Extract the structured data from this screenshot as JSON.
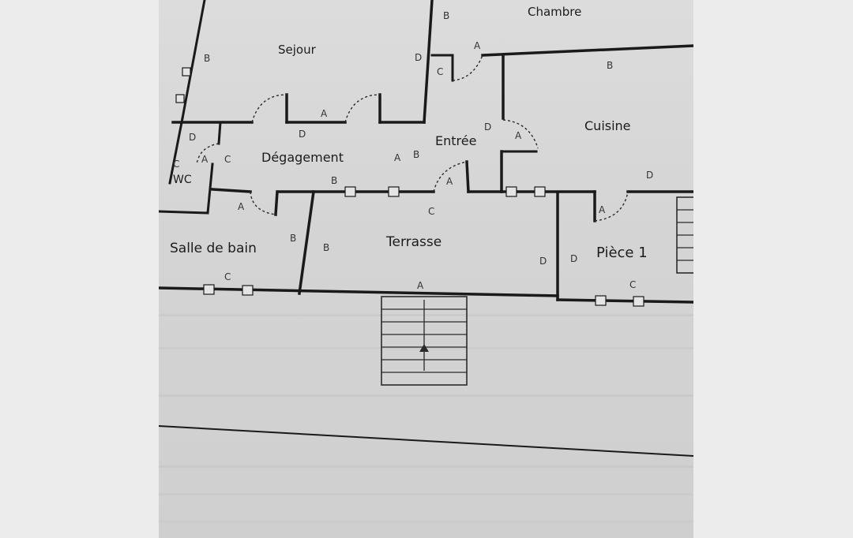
{
  "rooms": {
    "sejour": "Sejour",
    "chambre": "Chambre",
    "cuisine": "Cuisine",
    "entree": "Entrée",
    "degagement": "Dégagement",
    "wc": "WC",
    "salle_de_bain": "Salle de bain",
    "terrasse": "Terrasse",
    "piece1": "Pièce 1"
  },
  "wall_codes": {
    "chambre_left": "B",
    "sejour_left": "B",
    "sejour_right_d": "D",
    "chambre_c": "C",
    "chambre_door_a": "A",
    "chambre_b": "B",
    "sejour_bottom_d": "D",
    "sejour_bottom_a": "A",
    "entree_d": "D",
    "entree_a": "A",
    "wc_d": "D",
    "wc_a": "A",
    "wc_c": "C",
    "wc_c2": "C",
    "deg_a": "A",
    "deg_b": "B",
    "deg_b2": "B",
    "entree_door_a": "A",
    "cuisine_d": "D",
    "deg_bottom_a": "A",
    "terrasse_c": "C",
    "sdb_b": "B",
    "terrasse_b": "B",
    "terrasse_d": "D",
    "piece1_d": "D",
    "piece1_a": "A",
    "sdb_c": "C",
    "terrasse_bottom_a": "A",
    "piece1_c": "C"
  }
}
